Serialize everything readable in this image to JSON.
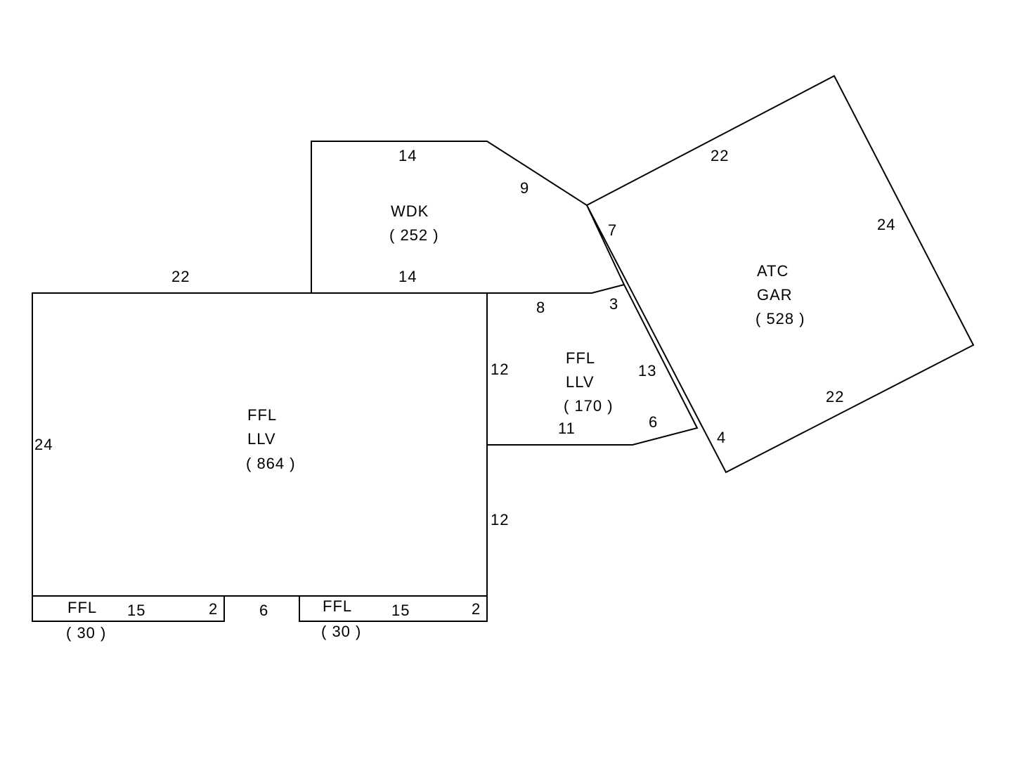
{
  "areas": {
    "main": {
      "line1": "FFL",
      "line2": "LLV",
      "area": "( 864 )"
    },
    "deck": {
      "line1": "WDK",
      "area": "( 252 )"
    },
    "small": {
      "line1": "FFL",
      "line2": "LLV",
      "area": "( 170 )"
    },
    "garage": {
      "line1": "ATC",
      "line2": "GAR",
      "area": "( 528 )"
    },
    "strip_left": {
      "line1": "FFL",
      "area": "( 30 )"
    },
    "strip_right": {
      "line1": "FFL",
      "area": "( 30 )"
    }
  },
  "dimensions": {
    "main_top_left": "22",
    "main_top_right": "14",
    "main_left": "24",
    "main_right_upper": "12",
    "main_right_lower": "12",
    "deck_top": "14",
    "deck_diagonal": "9",
    "small_top": "8",
    "small_bevel_top": "3",
    "small_side": "13",
    "small_bottom": "11",
    "small_bevel_bottom": "6",
    "garage_top": "22",
    "garage_right": "24",
    "garage_bottom": "22",
    "garage_left_upper": "7",
    "garage_left_lower": "4",
    "strip_left_len": "15",
    "strip_left_depth": "2",
    "strip_gap": "6",
    "strip_right_len": "15",
    "strip_right_depth": "2"
  }
}
